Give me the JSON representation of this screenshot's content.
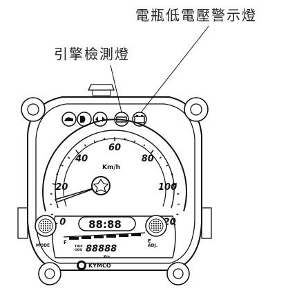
{
  "callouts": {
    "battery_warning": "電瓶低電壓警示燈",
    "engine_check": "引擎檢測燈"
  },
  "gauge": {
    "speed_labels": [
      "0",
      "20",
      "40",
      "60",
      "80",
      "100",
      "120"
    ],
    "unit": "Km/h",
    "odometer": "88:88",
    "trip": "88888",
    "trip_unit_top": "TRIP",
    "trip_unit_bottom": "ODO",
    "km": "Km",
    "fuel_f": "F",
    "fuel_e": "E",
    "mode": "MODE",
    "adj": "ADJ.",
    "brand": "KYMCO"
  },
  "colors": {
    "line": "#111111",
    "bg": "#ffffff"
  }
}
